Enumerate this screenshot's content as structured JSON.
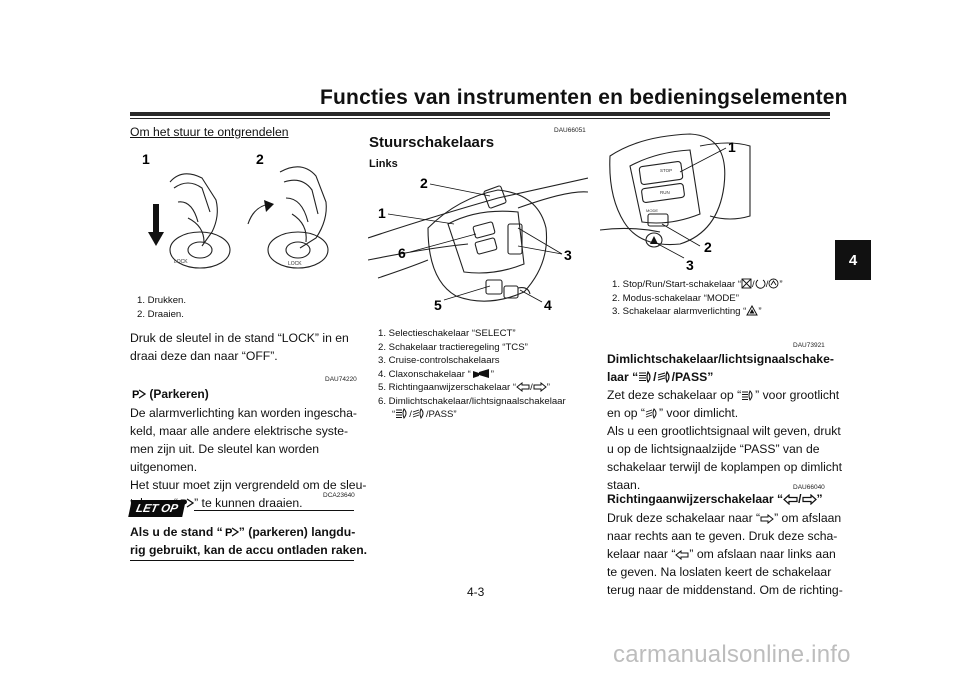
{
  "header": {
    "title": "Functies van instrumenten en bedieningselementen",
    "chapter": "4"
  },
  "page": {
    "number": "4-3",
    "watermark": "carmanualsonline.info"
  },
  "left": {
    "unlock_title": "Om het stuur te ontgrendelen",
    "fig_labels": [
      "1",
      "2"
    ],
    "lock_text": "LOCK",
    "captions": [
      "1.  Drukken.",
      "2.  Draaien."
    ],
    "body1_line1": "Druk de sleutel in de stand “LOCK” in en",
    "body1_line2": "draai deze dan naar “OFF”.",
    "code1": "DAU74220",
    "parking_title": "(Parkeren)",
    "body2": [
      "De alarmverlichting kan worden ingescha-",
      "keld, maar alle andere elektrische syste-",
      "men zijn uit. De sleutel kan worden",
      "uitgenomen.",
      "Het stuur moet zijn vergrendeld om de sleu-"
    ],
    "body2_last_a": "tel naar “",
    "body2_last_b": "” te kunnen draaien.",
    "code2": "DCA23640",
    "letop_label": "LET OP",
    "warn_line1_a": "Als u de stand “",
    "warn_line1_b": "” (parkeren) langdu-",
    "warn_line2": "rig gebruikt, kan de accu ontladen raken."
  },
  "middle": {
    "code": "DAU66051",
    "title": "Stuurschakelaars",
    "sub": "Links",
    "fig_labels": [
      "1",
      "2",
      "3",
      "4",
      "5",
      "6"
    ],
    "captions": [
      "1.  Selectieschakelaar “SELECT”",
      "2.  Schakelaar tractieregeling “TCS”",
      "3.  Cruise-controlschakelaars"
    ],
    "cap4_a": "4.  Claxonschakelaar “",
    "cap4_b": "”",
    "cap5_a": "5.  Richtingaanwijzerschakelaar “",
    "cap5_b": "/",
    "cap5_c": "”",
    "cap6_line1": "6.  Dimlichtschakelaar/lichtsignaalschakelaar",
    "cap6_a": "“",
    "cap6_b": "/",
    "cap6_c": "/PASS”"
  },
  "right": {
    "fig_labels": [
      "1",
      "2",
      "3"
    ],
    "switch_texts": [
      "STOP",
      "RUN",
      "MODE"
    ],
    "cap1_a": "1.  Stop/Run/Start-schakelaar “",
    "cap1_b": "/",
    "cap1_c": "/",
    "cap1_d": "”",
    "cap2": "2.  Modus-schakelaar “MODE”",
    "cap3_a": "3.  Schakelaar alarmverlichting “",
    "cap3_b": "”",
    "code1": "DAU73921",
    "dim_title_line1": "Dimlichtschakelaar/lichtsignaalschake-",
    "dim_title_a": "laar “",
    "dim_title_b": "/",
    "dim_title_c": "/PASS”",
    "dim_body_line1_a": "Zet deze schakelaar op “",
    "dim_body_line1_b": "” voor grootlicht",
    "dim_body_line2_a": "en op “",
    "dim_body_line2_b": "” voor dimlicht.",
    "dim_body_rest": [
      "Als u een grootlichtsignaal wilt geven, drukt",
      "u op de lichtsignaalzijde “PASS” van de",
      "schakelaar terwijl de koplampen op dimlicht",
      "staan."
    ],
    "code2": "DAU66040",
    "turn_title_a": "Richtingaanwijzerschakelaar “",
    "turn_title_b": "/",
    "turn_title_c": "”",
    "turn_line1_a": "Druk deze schakelaar naar “",
    "turn_line1_b": "” om afslaan",
    "turn_line2": "naar rechts aan te geven. Druk deze scha-",
    "turn_line3_a": "kelaar naar “",
    "turn_line3_b": "” om afslaan naar links aan",
    "turn_rest": [
      "te geven. Na loslaten keert de schakelaar",
      "terug naar de middenstand. Om de richting-"
    ]
  }
}
